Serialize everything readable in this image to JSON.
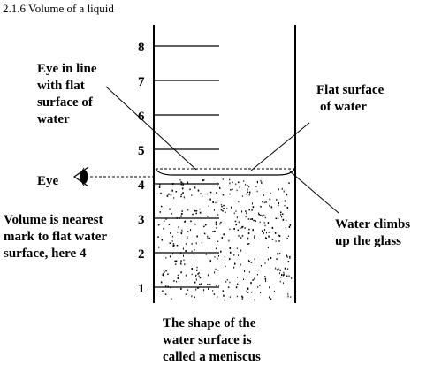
{
  "title": "2.1.6 Volume of a liquid",
  "scale_marks": [
    "8",
    "7",
    "6",
    "5",
    "4",
    "3",
    "2",
    "1"
  ],
  "labels": {
    "eye_in_line": [
      "Eye in line",
      "with flat",
      "surface of",
      "water"
    ],
    "flat_surface": [
      "Flat surface",
      "of water"
    ],
    "eye": "Eye",
    "volume_nearest": [
      "Volume is nearest",
      "mark to flat water",
      "surface, here 4"
    ],
    "water_climbs": [
      "Water climbs",
      "up the glass"
    ],
    "meniscus": [
      "The shape of the",
      "water surface is",
      "called a meniscus"
    ]
  },
  "reading": 4,
  "icons": {
    "eye": "eye-icon"
  },
  "colors": {
    "ink": "#000000",
    "background": "#ffffff"
  }
}
